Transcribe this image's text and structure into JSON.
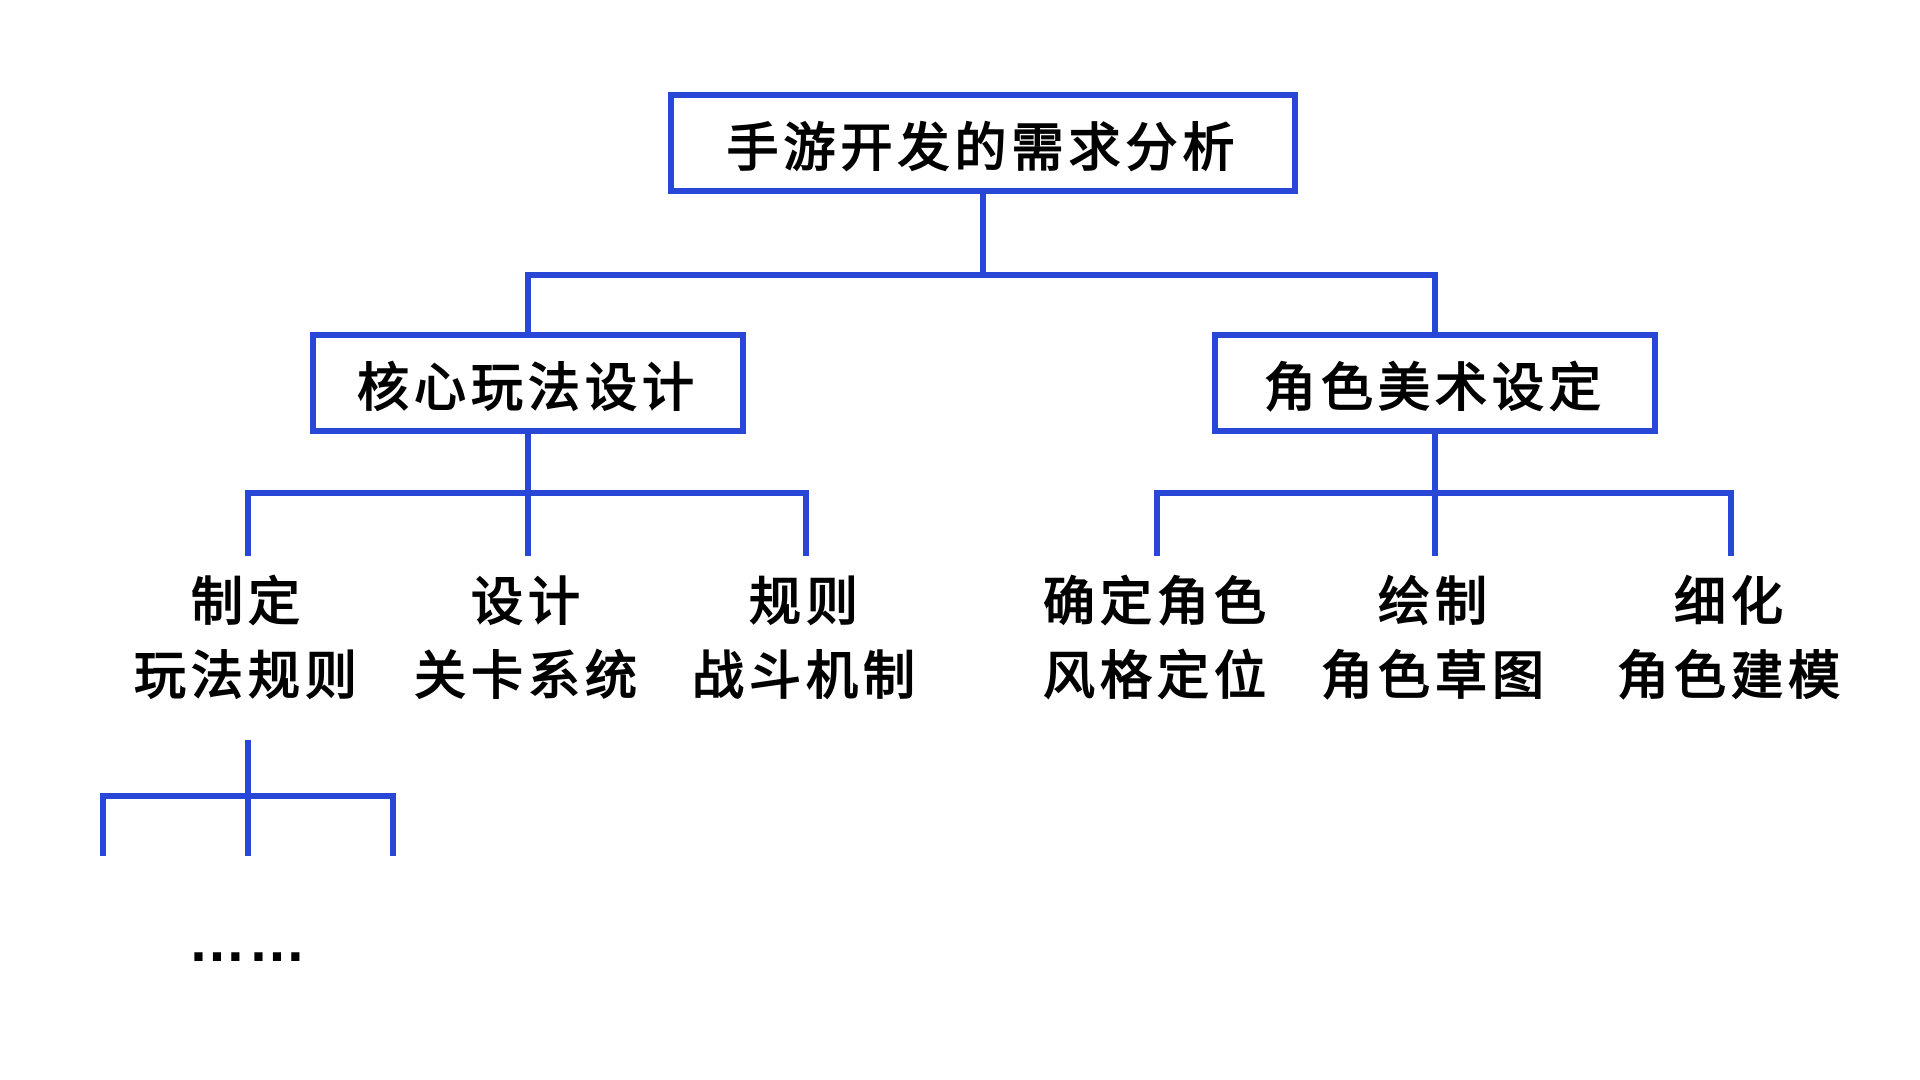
{
  "colors": {
    "accent": "#2847d7",
    "text": "#000000",
    "background": "#ffffff"
  },
  "tree": {
    "root": {
      "label": "手游开发的需求分析"
    },
    "branches": [
      {
        "label": "核心玩法设计",
        "leaves": [
          {
            "line1": "制定",
            "line2": "玩法规则"
          },
          {
            "line1": "设计",
            "line2": "关卡系统"
          },
          {
            "line1": "规则",
            "line2": "战斗机制"
          }
        ],
        "sub_ellipsis": "……"
      },
      {
        "label": "角色美术设定",
        "leaves": [
          {
            "line1": "确定角色",
            "line2": "风格定位"
          },
          {
            "line1": "绘制",
            "line2": "角色草图"
          },
          {
            "line1": "细化",
            "line2": "角色建模"
          }
        ]
      }
    ]
  }
}
